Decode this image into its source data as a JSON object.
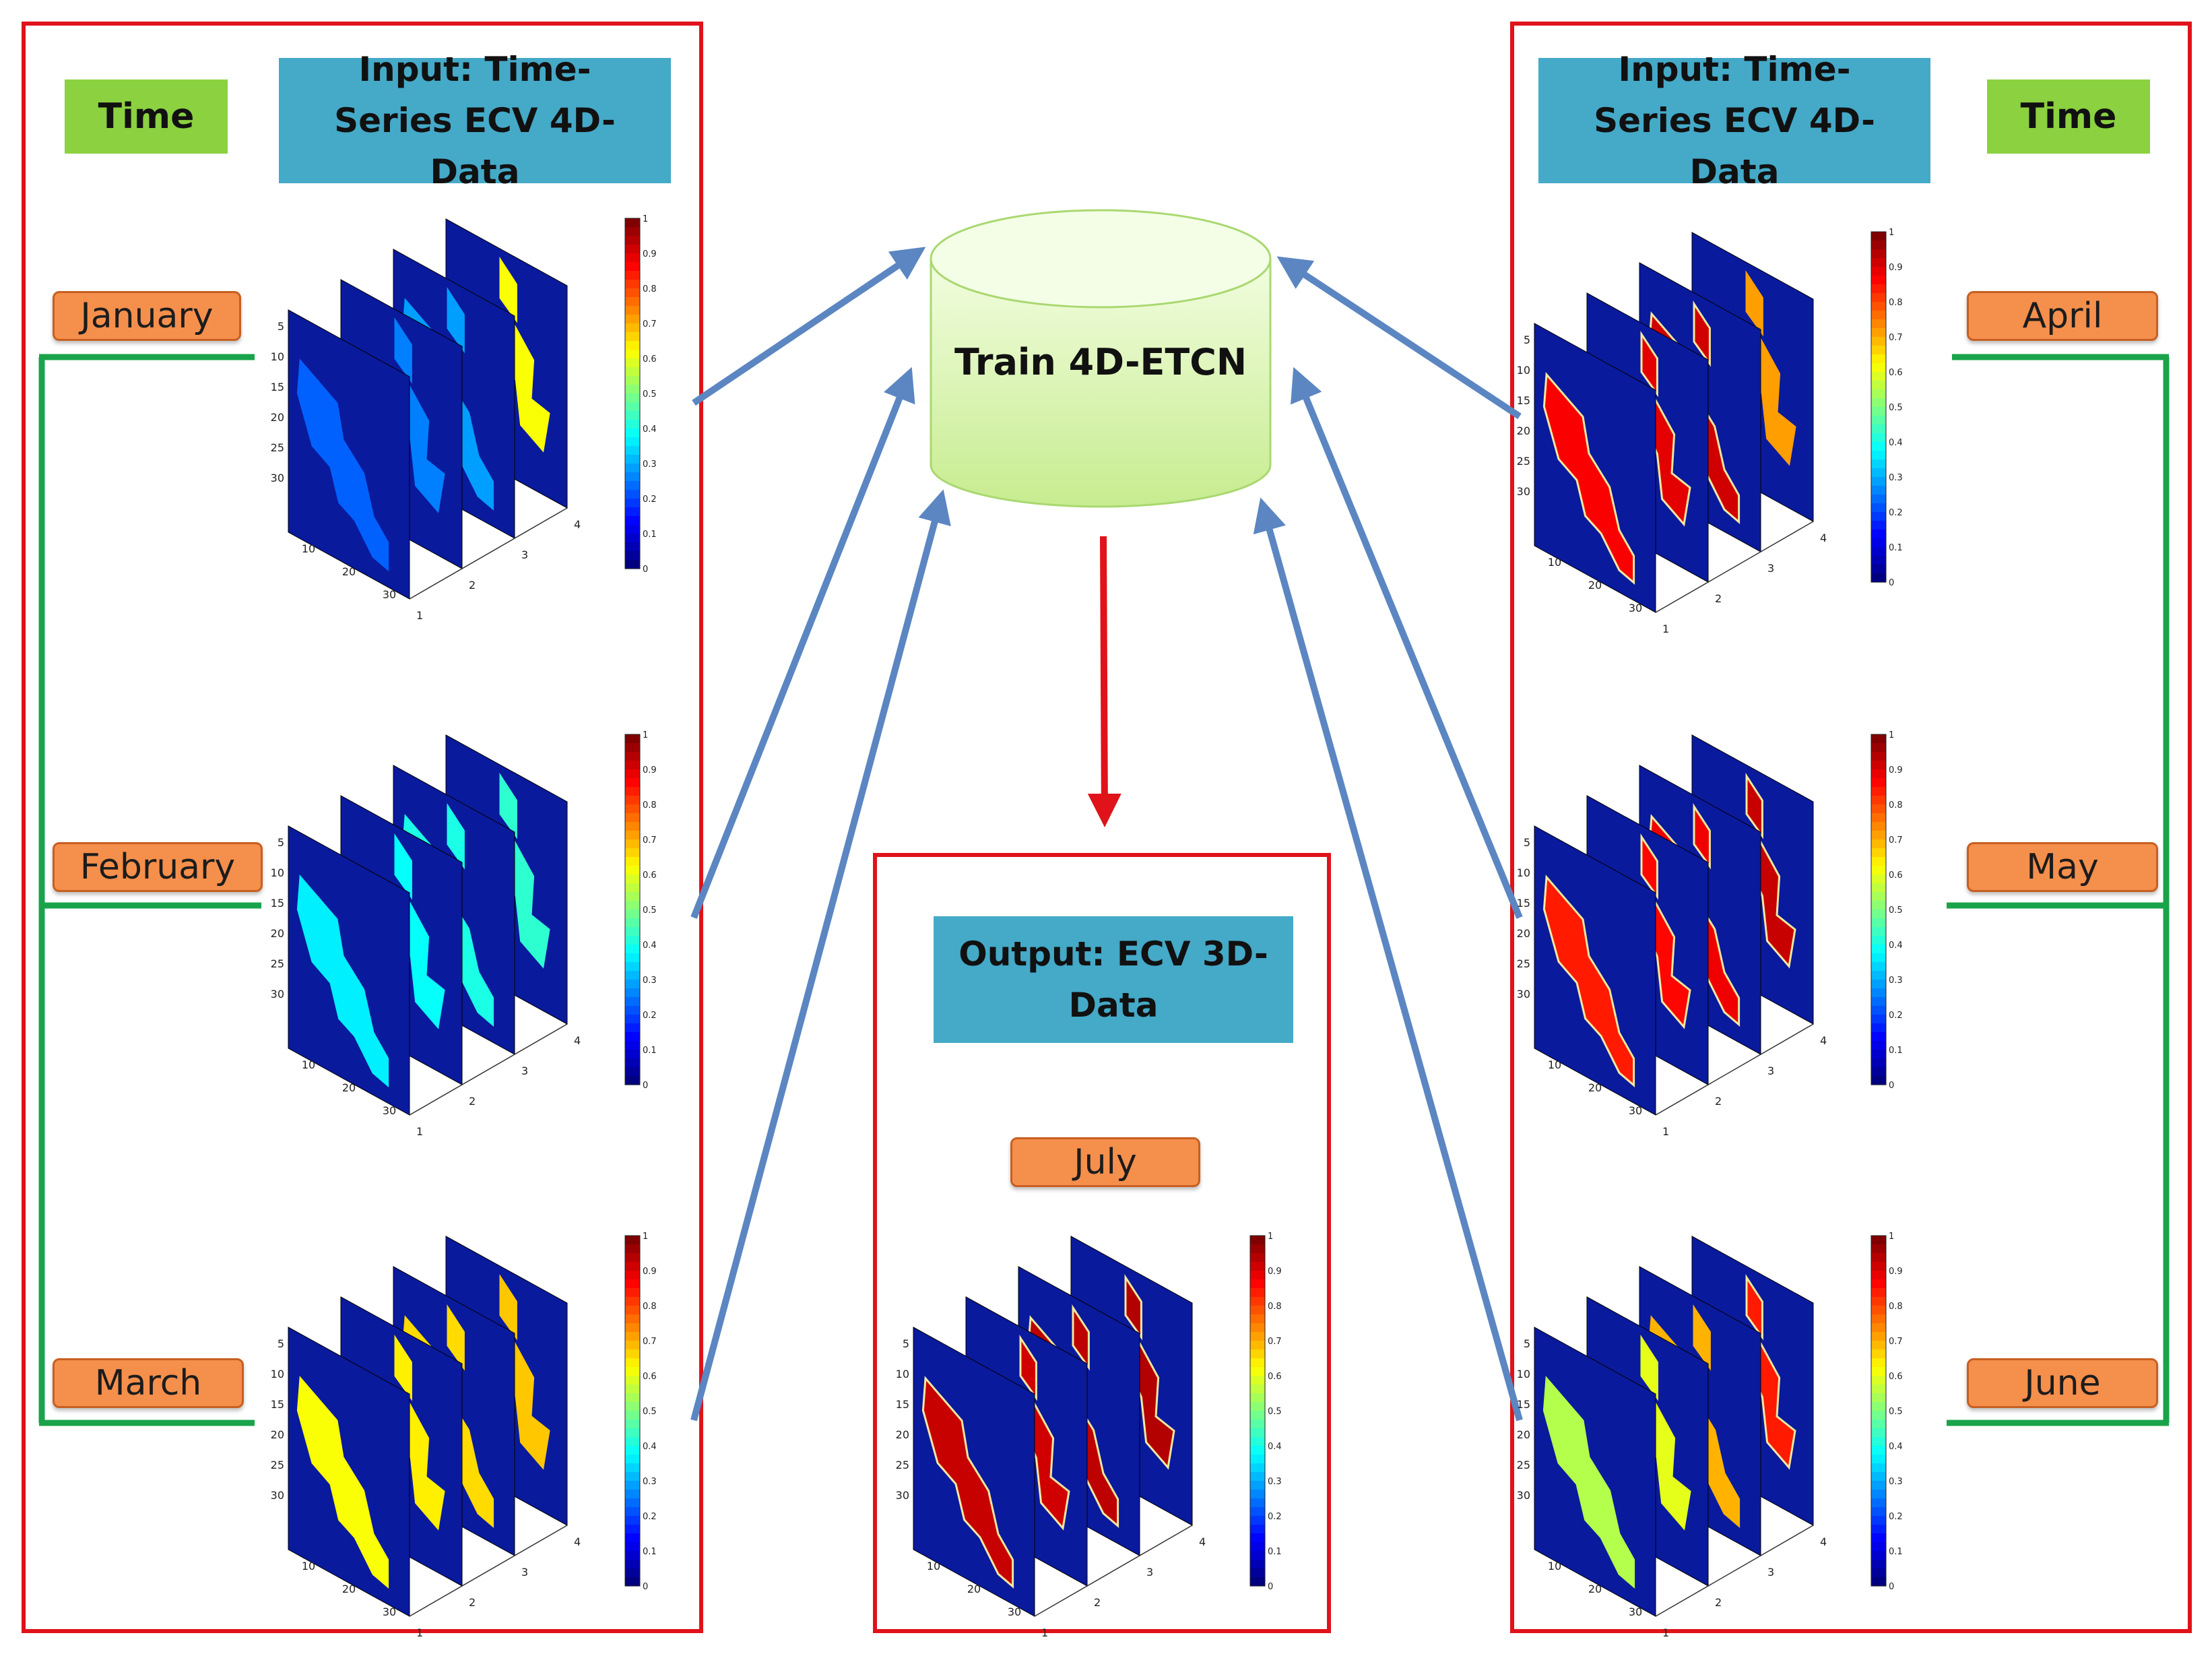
{
  "labels": {
    "time": "Time",
    "input_header": "Input: Time-Series ECV 4D-Data",
    "output_header": "Output: ECV 3D-Data",
    "train": "Train 4D-ETCN"
  },
  "months": {
    "january": "January",
    "february": "February",
    "march": "March",
    "april": "April",
    "may": "May",
    "june": "June",
    "july": "July"
  },
  "plot_axes": {
    "y_ticks": [
      "5",
      "10",
      "15",
      "20",
      "25",
      "30"
    ],
    "x_ticks": [
      "10",
      "20",
      "30"
    ],
    "z_ticks": [
      "1",
      "2",
      "3",
      "4"
    ],
    "colorbar_ticks": [
      "0",
      "0.1",
      "0.2",
      "0.3",
      "0.4",
      "0.5",
      "0.6",
      "0.7",
      "0.8",
      "0.9",
      "1"
    ]
  },
  "plot_intensity": {
    "january": [
      0.22,
      0.25,
      0.28,
      0.62
    ],
    "february": [
      0.36,
      0.38,
      0.4,
      0.42
    ],
    "march": [
      0.62,
      0.64,
      0.66,
      0.68
    ],
    "april": [
      0.88,
      0.9,
      0.92,
      0.72
    ],
    "may": [
      0.85,
      0.87,
      0.89,
      0.93
    ],
    "june": [
      0.55,
      0.6,
      0.7,
      0.85
    ],
    "july": [
      0.93,
      0.92,
      0.94,
      0.95
    ]
  },
  "colors": {
    "frame": "#e0121a",
    "time_bg": "#8bd140",
    "header_bg": "#45a9c8",
    "month_bg": "#f58f4c",
    "arrow": "#5b86c2",
    "timeline": "#1aa34a",
    "cylinder": "#e6f9c0"
  }
}
